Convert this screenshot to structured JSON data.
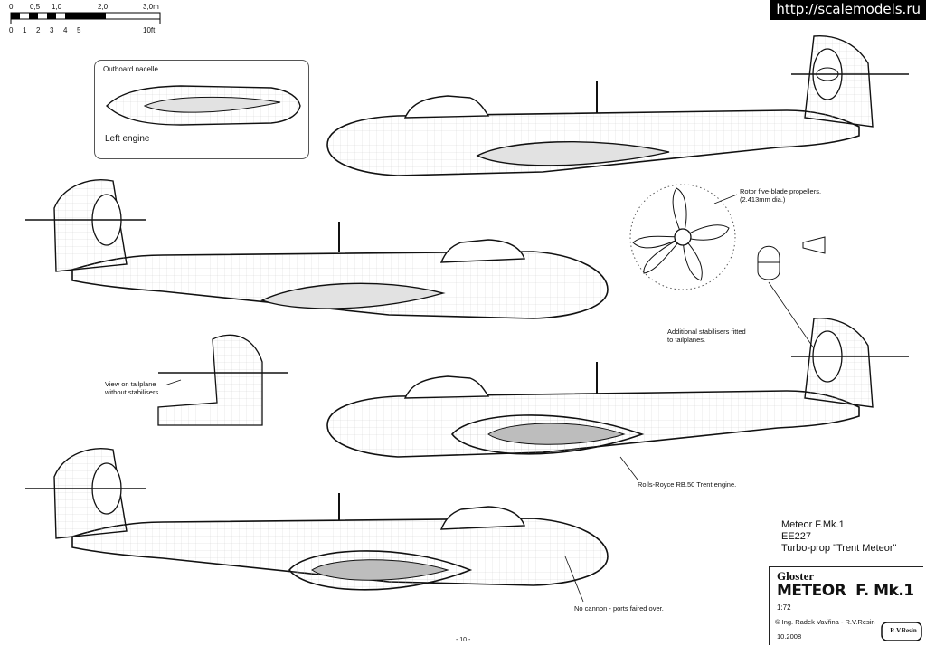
{
  "watermark": "http://scalemodels.ru",
  "scale_bar": {
    "metric_labels": [
      "0",
      "0,5",
      "1,0",
      "2,0",
      "3,0m"
    ],
    "imperial_labels": [
      "0",
      "1",
      "2",
      "3",
      "4",
      "5",
      "10ft"
    ]
  },
  "inset": {
    "title": "Outboard nacelle",
    "caption": "Left engine"
  },
  "callouts": {
    "rotor": "Rotor five-blade propellers.\n(2.413mm dia.)",
    "stabilisers": "Additional stabilisers fitted\nto tailplanes.",
    "tailplane_view": "View on tailplane\nwithout stabilisers.",
    "engine": "Rolls-Royce RB.50 Trent engine.",
    "cannon": "No cannon - ports faired over."
  },
  "aircraft_info": {
    "line1": "Meteor F.Mk.1",
    "line2": "EE227",
    "line3": "Turbo-prop \"Trent Meteor\""
  },
  "title_block": {
    "maker": "Gloster",
    "model": "METEOR  F. Mk.1",
    "scale": "1:72",
    "author": "Ing. Radek Vavřina - R.V.Resin",
    "date": "10.2008",
    "logo_text": "R.V.Resin"
  },
  "page_number": "- 10 -"
}
